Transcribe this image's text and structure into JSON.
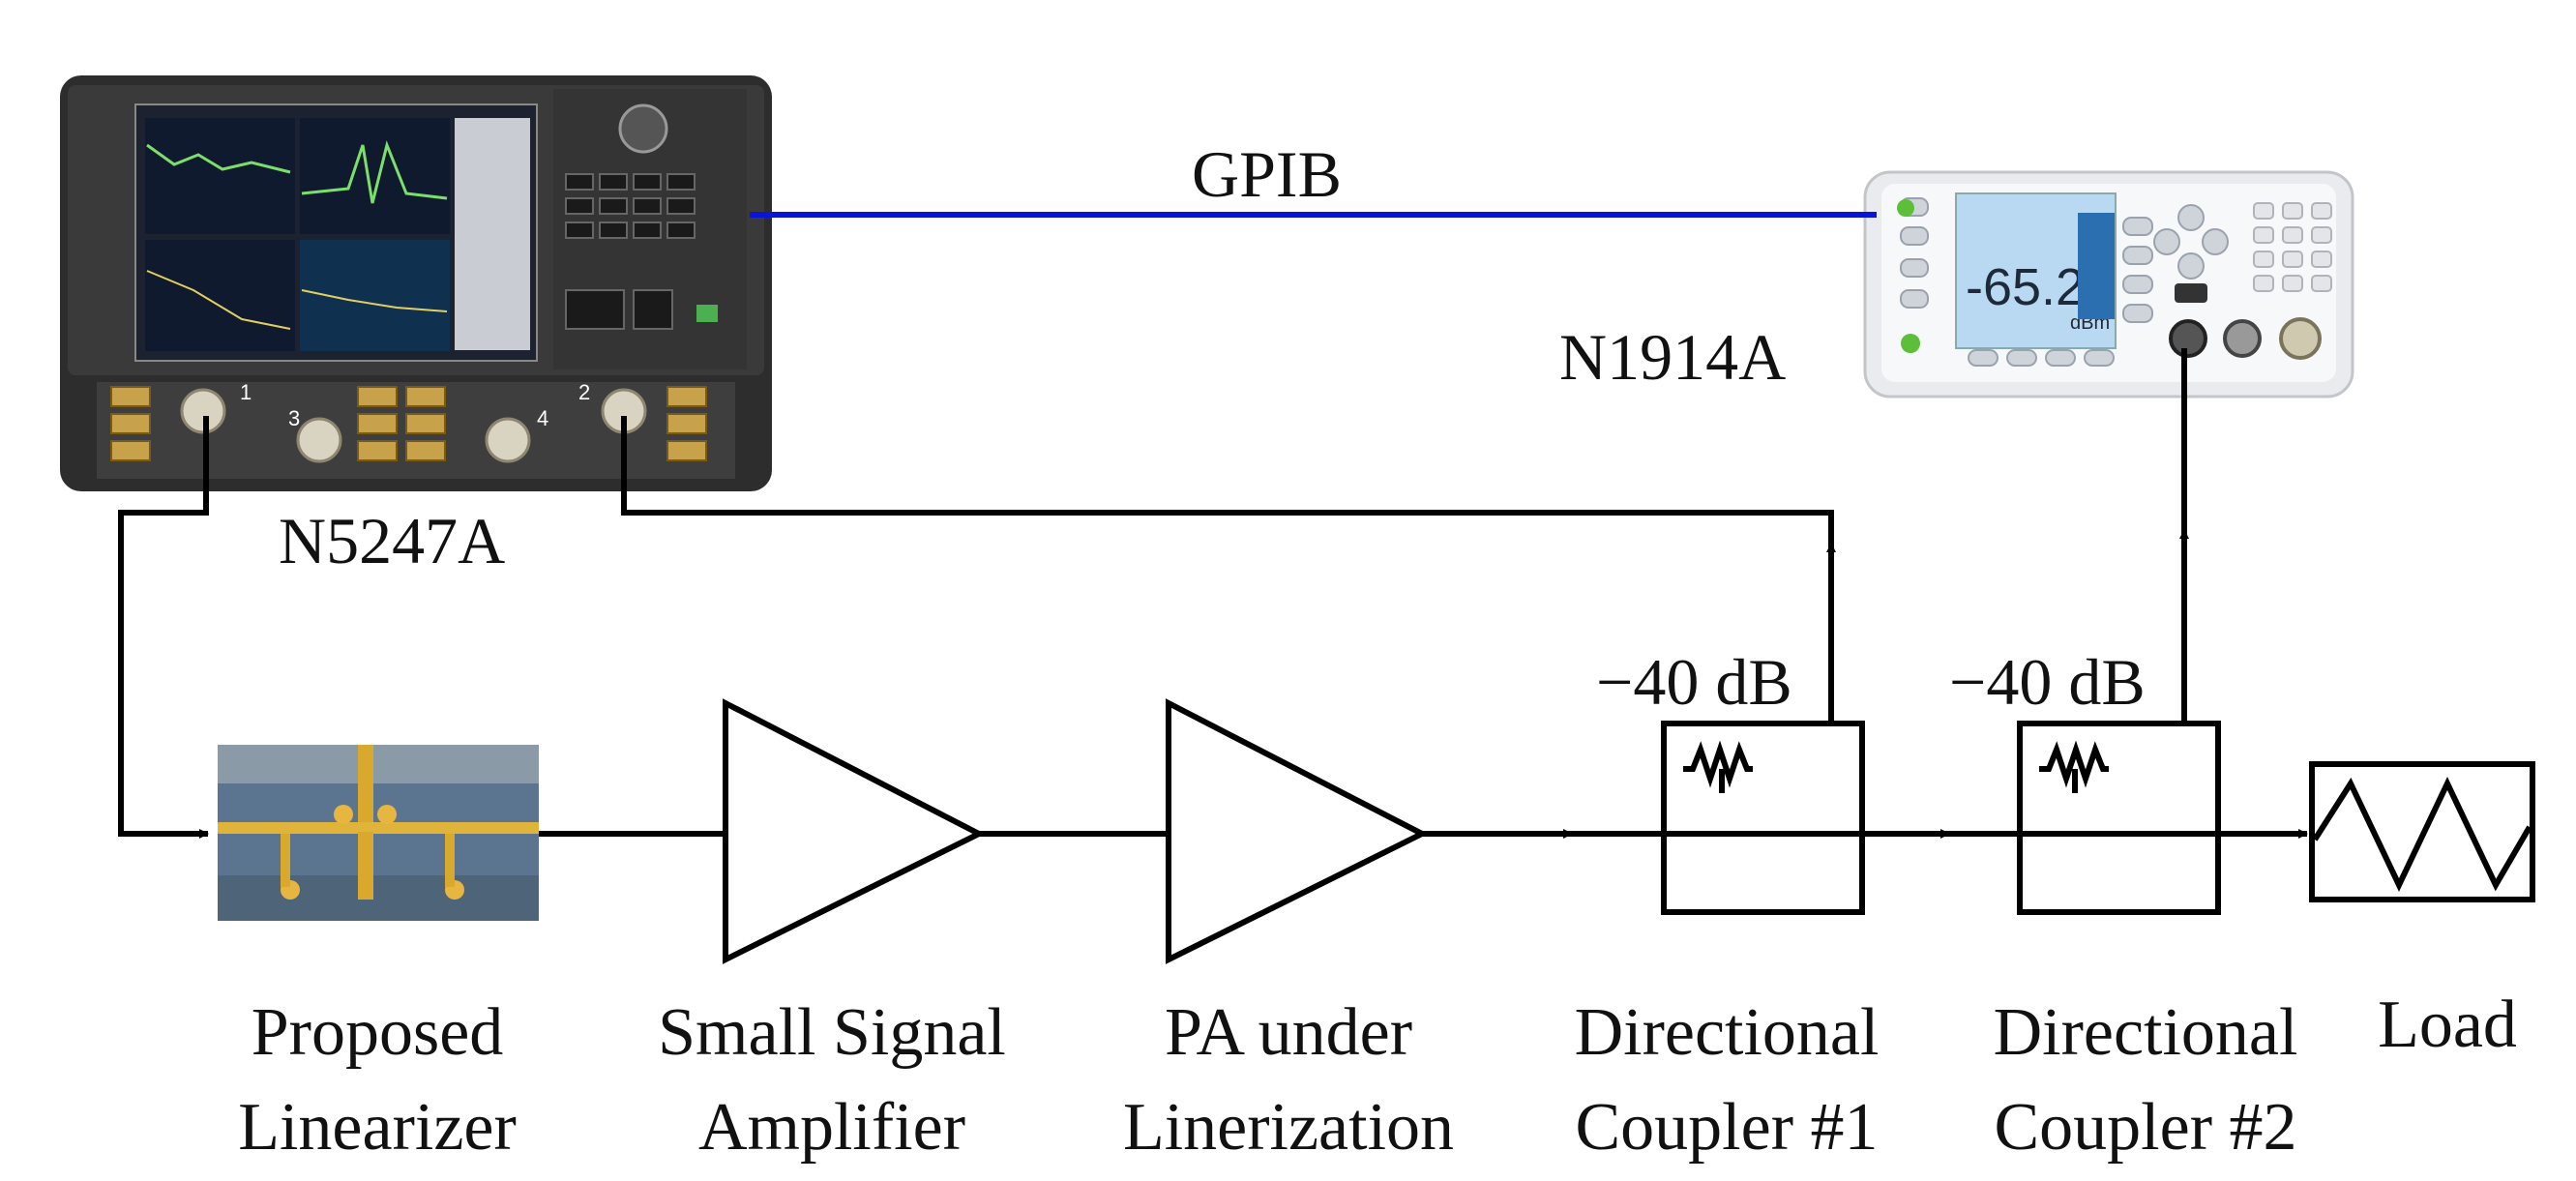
{
  "instruments": {
    "vna": {
      "label": "N5247A",
      "port_1": "1",
      "port_2": "2",
      "port_3": "3",
      "port_4": "4"
    },
    "power_meter": {
      "label": "N1914A",
      "display_value": "-65.25",
      "display_unit": "dBm"
    }
  },
  "bus_label": "GPIB",
  "coupler_1_attenuation": "−40 dB",
  "coupler_2_attenuation": "−40 dB",
  "blocks": [
    {
      "line1": "Proposed",
      "line2": "Linearizer"
    },
    {
      "line1": "Small Signal",
      "line2": "Amplifier"
    },
    {
      "line1": "PA under",
      "line2": "Linerization"
    },
    {
      "line1": "Directional",
      "line2": "Coupler #1"
    },
    {
      "line1": "Directional",
      "line2": "Coupler #2"
    },
    {
      "line1": "Load",
      "line2": ""
    }
  ],
  "colors": {
    "gpib_line": "#0a14d8",
    "signal_line": "#000000",
    "vna_body": "#2b2b2b",
    "meter_body": "#e8eaee",
    "meter_screen": "#b9d8f2"
  },
  "icons": [
    "network-analyzer-image",
    "power-meter-image",
    "linearizer-photo",
    "amplifier-triangle-icon",
    "resistor-icon",
    "load-icon"
  ]
}
